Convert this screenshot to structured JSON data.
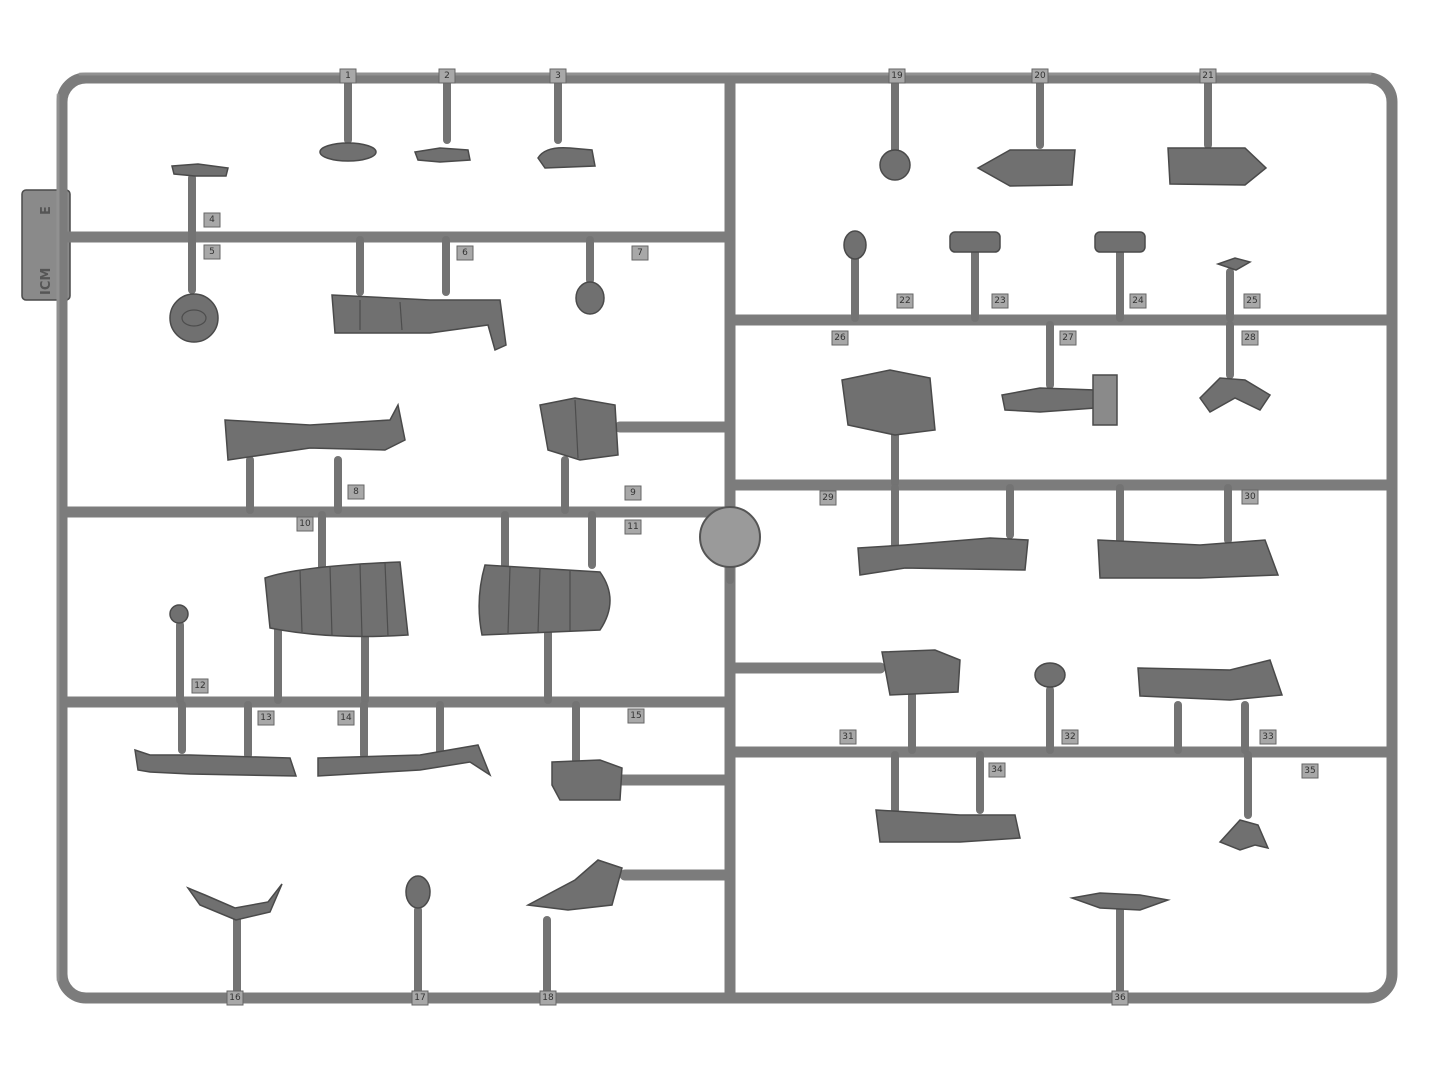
{
  "sprue": {
    "letter": "E",
    "brand": "ICM",
    "part_numbers": [
      "1",
      "2",
      "3",
      "4",
      "5",
      "6",
      "7",
      "8",
      "9",
      "10",
      "11",
      "12",
      "13",
      "14",
      "15",
      "16",
      "17",
      "18",
      "19",
      "20",
      "21",
      "22",
      "23",
      "24",
      "25",
      "26",
      "27",
      "28",
      "29",
      "30",
      "31",
      "32",
      "33",
      "34",
      "35",
      "36"
    ],
    "colors": {
      "plastic": "#7c7c7c",
      "part": "#707070",
      "background": "#ffffff"
    }
  }
}
